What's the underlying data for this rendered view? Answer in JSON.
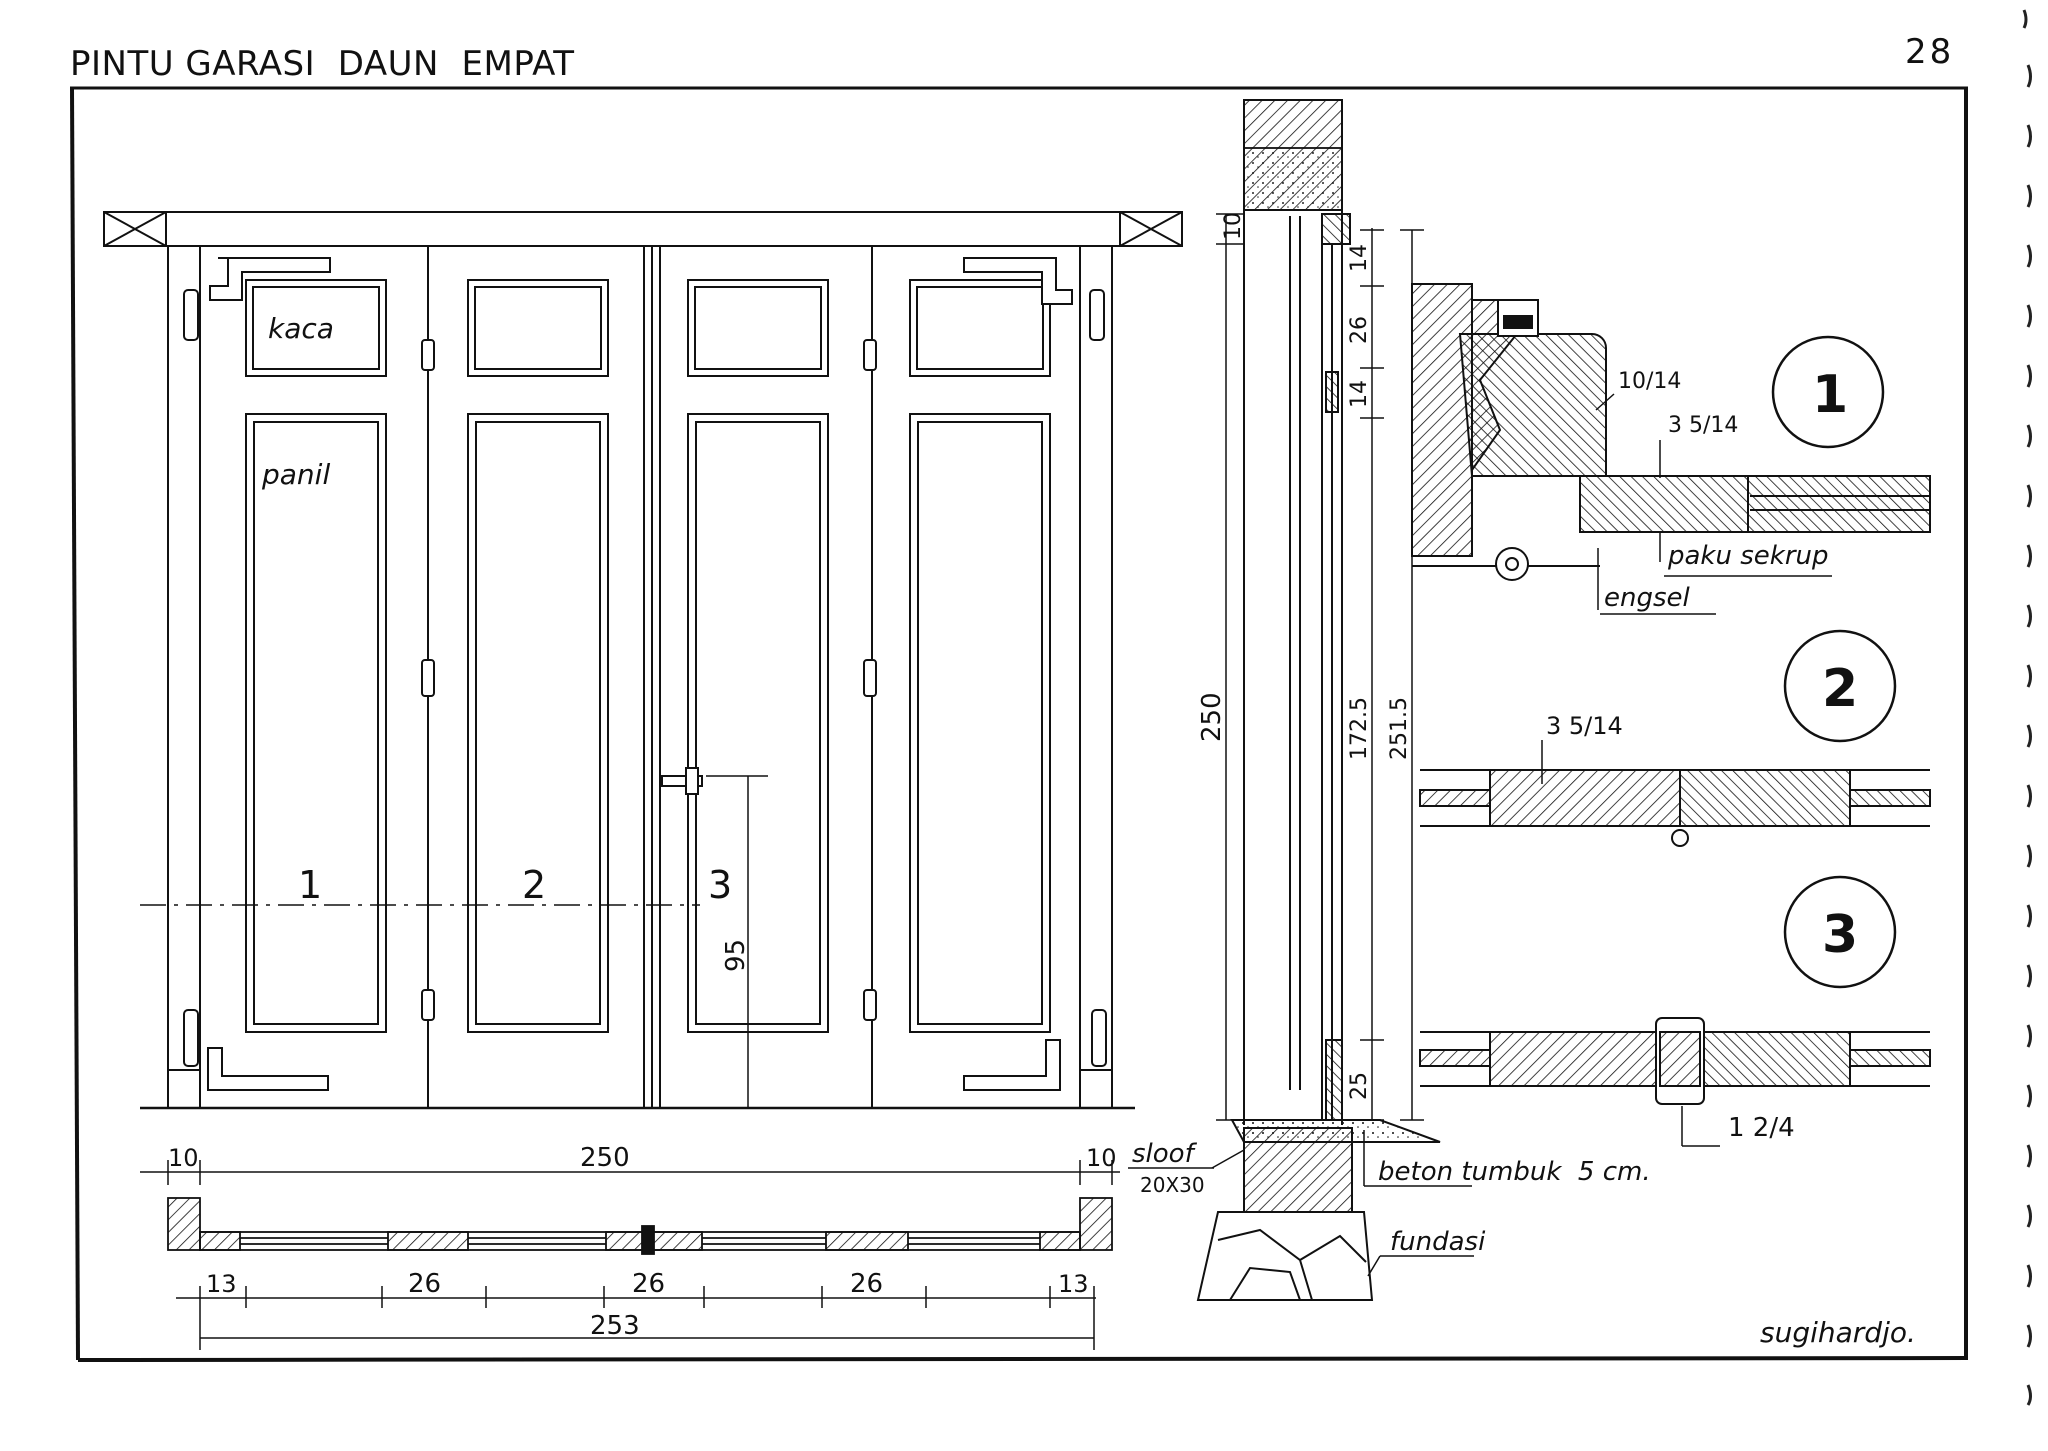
{
  "header": {
    "title": "PINTU GARASI  DAUN  EMPAT",
    "page_number": "28"
  },
  "labels": {
    "glass": "kaca",
    "panel": "panil",
    "section_1": "1",
    "section_2": "2",
    "section_3": "3",
    "screw": "paku sekrup",
    "hinge": "engsel",
    "sloof": "sloof",
    "sloof_size": "20X30",
    "concrete": "beton tumbuk  5 cm.",
    "foundation": "fundasi",
    "signature": "sugihardjo."
  },
  "dimensions": {
    "plan_side_left": "10",
    "plan_span": "250",
    "plan_side_right": "10",
    "plan_seg_13a": "13",
    "plan_seg_26a": "26",
    "plan_seg_26b": "26",
    "plan_seg_26c": "26",
    "plan_seg_13b": "13",
    "plan_total": "253",
    "handle_height": "95",
    "section_height": "250",
    "sec_top_10": "10",
    "sec_14a": "14",
    "sec_26": "26",
    "sec_14b": "14",
    "sec_172": "172.5",
    "sec_251": "251.5",
    "sec_25": "25",
    "detail1_a": "10/14",
    "detail1_b": "3 5/14",
    "detail2_a": "3 5/14",
    "detail3_a": "1 2/4"
  }
}
